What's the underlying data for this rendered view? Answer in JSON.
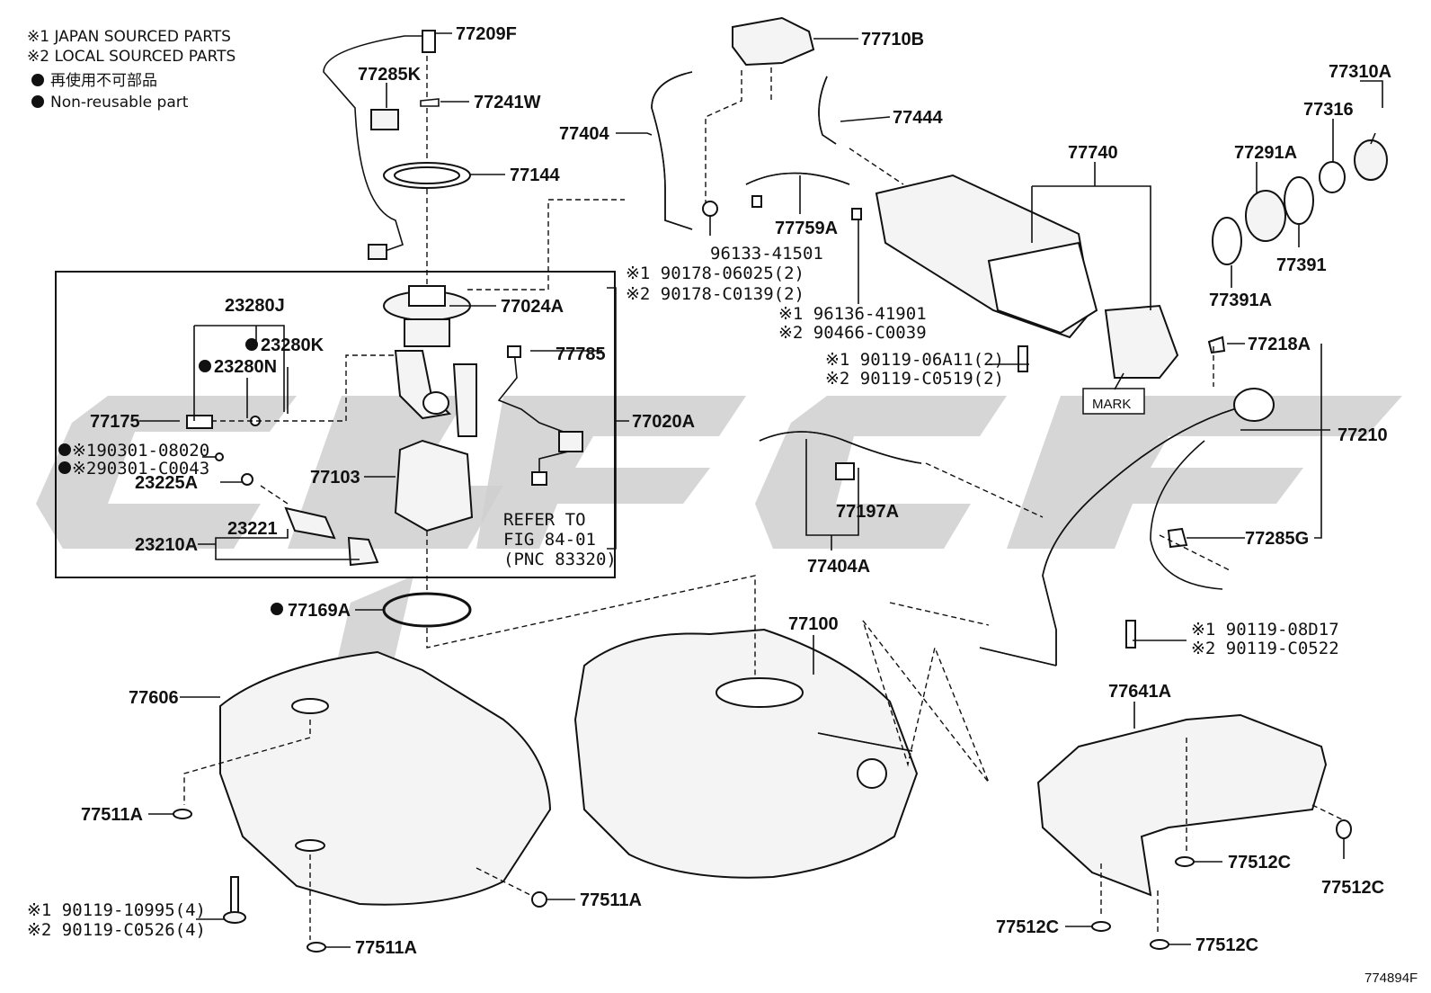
{
  "legend": {
    "japan": "※1 JAPAN SOURCED PARTS",
    "local": "※2 LOCAL SOURCED PARTS",
    "non_reusable_jp": "再使用不可部品",
    "non_reusable_en": "Non-reusable part"
  },
  "figure_id": "774894F",
  "mark_label": "MARK",
  "refer_note": [
    "REFER TO",
    "FIG 84-01",
    "(PNC 83320)"
  ],
  "labels": {
    "p77209F": "77209F",
    "p77285K": "77285K",
    "p77241W": "77241W",
    "p77144": "77144",
    "p77710B": "77710B",
    "p77404": "77404",
    "p77444": "77444",
    "p77740": "77740",
    "p77310A": "77310A",
    "p77316": "77316",
    "p77291A": "77291A",
    "p77759A": "77759A",
    "p96133": "96133-41501",
    "p90178a": "※1 90178-06025(2)",
    "p90178b": "※2 90178-C0139(2)",
    "p77391": "77391",
    "p77391A": "77391A",
    "p96136a": "※1 96136-41901",
    "p96136b": "※2 90466-C0039",
    "p90119a": "※1 90119-06A11(2)",
    "p90119b": "※2 90119-C0519(2)",
    "p77218A": "77218A",
    "p77210": "77210",
    "p23280J": "23280J",
    "p23280K": "23280K",
    "p23280N": "23280N",
    "p77024A": "77024A",
    "p77785": "77785",
    "p77020A": "77020A",
    "p77175": "77175",
    "p90301a": "※190301-08020",
    "p90301b": "※290301-C0043",
    "p23225A": "23225A",
    "p77103": "77103",
    "p23221": "23221",
    "p23210A": "23210A",
    "p77197A": "77197A",
    "p77404A": "77404A",
    "p77285G": "77285G",
    "p77169A": "77169A",
    "p77100": "77100",
    "p90119c": "※1 90119-08D17",
    "p90119d": "※2 90119-C0522",
    "p77606": "77606",
    "p77641A": "77641A",
    "p77511A_1": "77511A",
    "p77511A_2": "77511A",
    "p77511A_3": "77511A",
    "p77512C_1": "77512C",
    "p77512C_2": "77512C",
    "p77512C_3": "77512C",
    "p77512C_4": "77512C",
    "p90119e": "※1  90119-10995(4)",
    "p90119f": "※2  90119-C0526(4)"
  }
}
